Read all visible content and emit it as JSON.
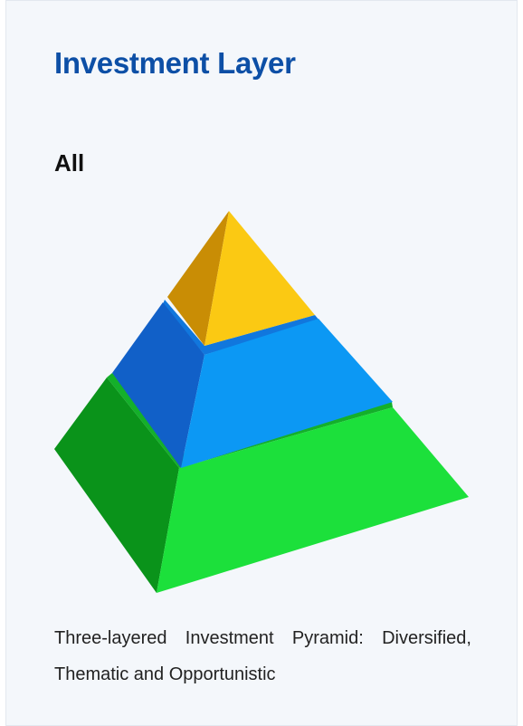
{
  "card": {
    "title": "Investment Layer",
    "filter_label": "All",
    "caption": "Three-layered Investment Pyramid: Diversified, Thematic and Opportunistic"
  },
  "pyramid": {
    "layers": [
      {
        "name": "top",
        "colors": {
          "left": "#c98d05",
          "front": "#fbc913"
        }
      },
      {
        "name": "middle",
        "colors": {
          "left": "#1160c8",
          "front": "#0c98f4",
          "ledge": "#1177dd"
        }
      },
      {
        "name": "bottom",
        "colors": {
          "left": "#0a931a",
          "front": "#1ce03b",
          "ledge": "#14b02a"
        }
      }
    ]
  }
}
